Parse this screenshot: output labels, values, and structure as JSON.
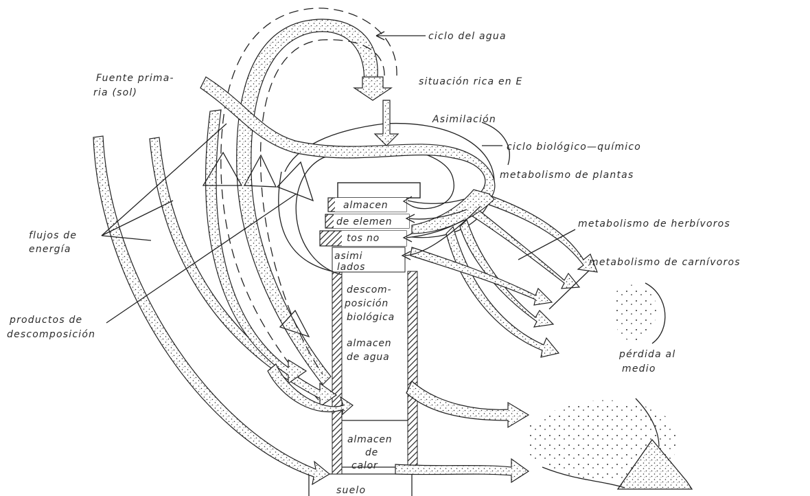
{
  "labels": {
    "ciclo_agua": "ciclo del agua",
    "fuente_1": "Fuente prima-",
    "fuente_2": "ria (sol)",
    "situacion": "situación rica en E",
    "asimilacion": "Asimilación",
    "ciclo_bio": "ciclo biológico—químico",
    "met_plantas": "metabolismo de plantas",
    "met_herb": "metabolismo de herbívoros",
    "met_carn": "metabolismo de carnívoros",
    "flujos_1": "flujos de",
    "flujos_2": "energía",
    "productos_1": "productos de",
    "productos_2": "descomposición",
    "perdida_1": "pérdida al",
    "perdida_2": "medio",
    "suelo": "suelo"
  },
  "column": {
    "almacen_elementos": [
      "almacen",
      "de elemen",
      "tos no",
      "asimi",
      "lados"
    ],
    "descomposicion": [
      "descom-",
      "posición",
      "biológica"
    ],
    "almacen_agua": [
      "almacen",
      "de agua"
    ],
    "almacen_calor": [
      "almacen",
      "de",
      "calor"
    ]
  }
}
